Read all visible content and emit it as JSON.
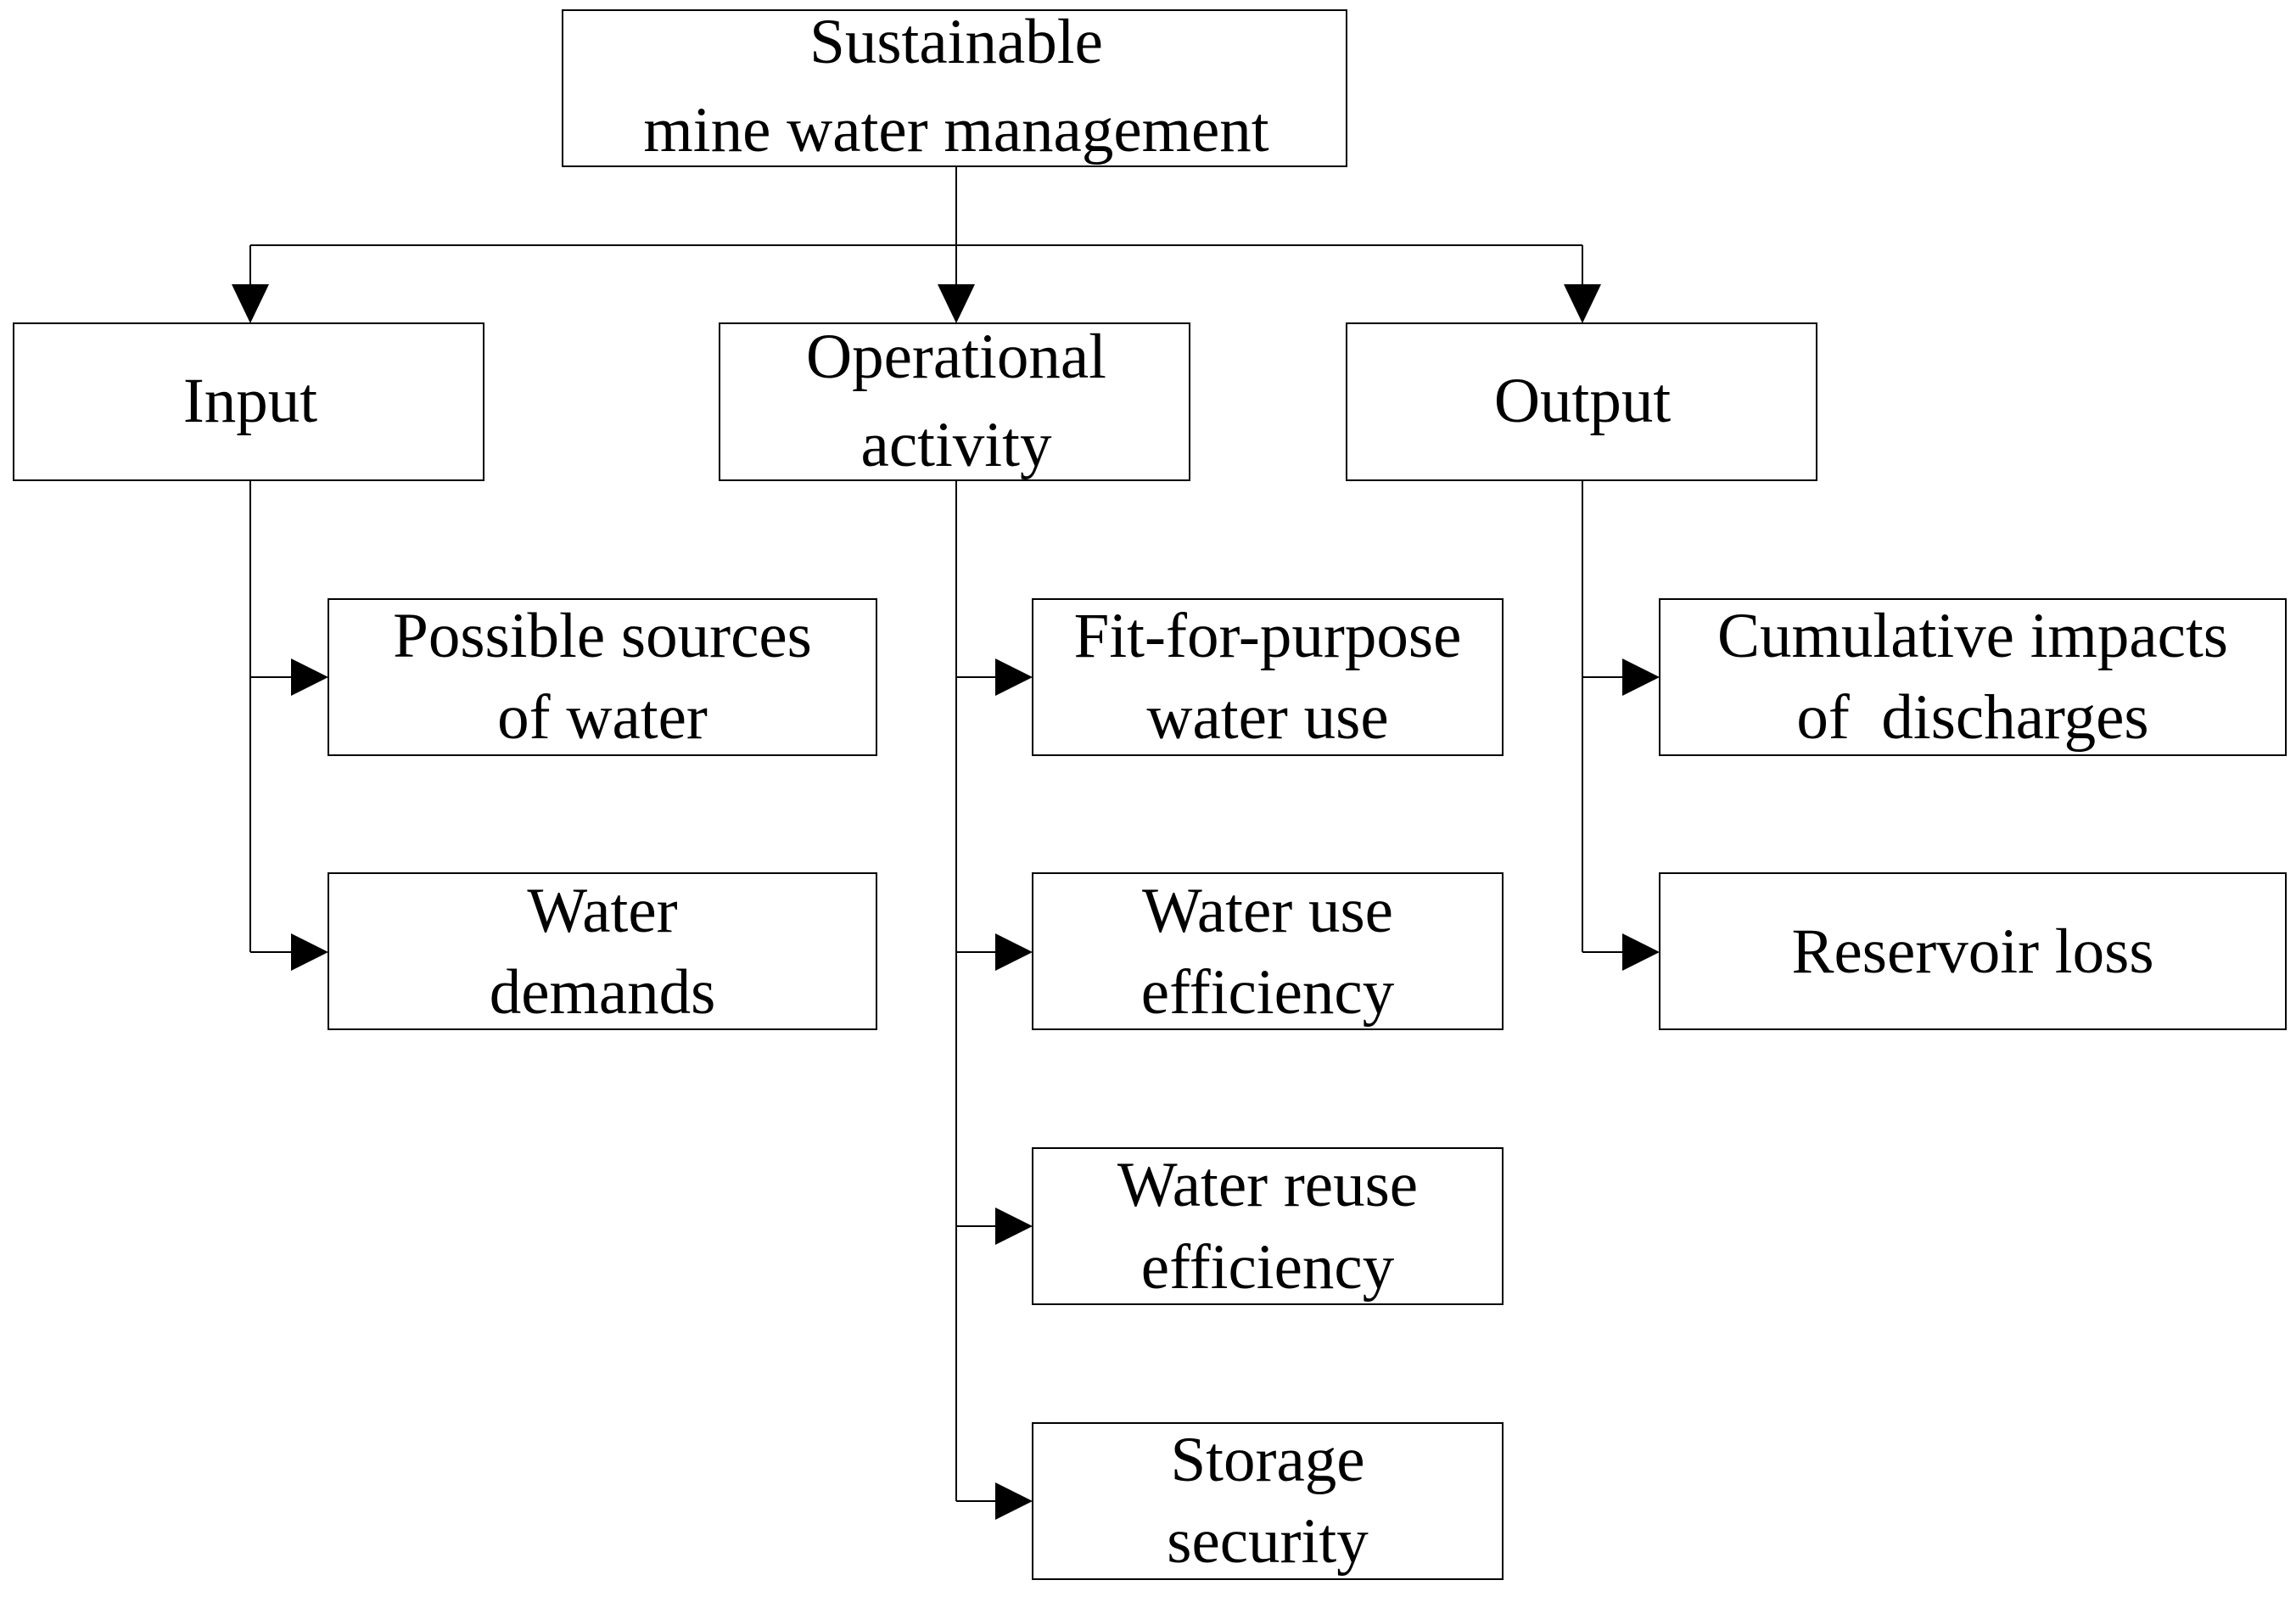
{
  "root": {
    "lines": [
      "Sustainable",
      "mine water management"
    ]
  },
  "categories": {
    "input": {
      "lines": [
        "Input"
      ],
      "children": [
        {
          "lines": [
            "Possible sources",
            "of water"
          ]
        },
        {
          "lines": [
            "Water",
            "demands"
          ]
        }
      ]
    },
    "operational": {
      "lines": [
        "Operational",
        "activity"
      ],
      "children": [
        {
          "lines": [
            "Fit-for-purpose",
            "water use"
          ]
        },
        {
          "lines": [
            "Water use",
            "efficiency"
          ]
        },
        {
          "lines": [
            "Water reuse",
            "efficiency"
          ]
        },
        {
          "lines": [
            "Storage",
            "security"
          ]
        }
      ]
    },
    "output": {
      "lines": [
        "Output"
      ],
      "children": [
        {
          "lines": [
            "Cumulative impacts",
            "of  discharges"
          ]
        },
        {
          "lines": [
            "Reservoir loss"
          ]
        }
      ]
    }
  },
  "colors": {
    "stroke": "#000000",
    "fill": "#ffffff",
    "text": "#000000"
  }
}
